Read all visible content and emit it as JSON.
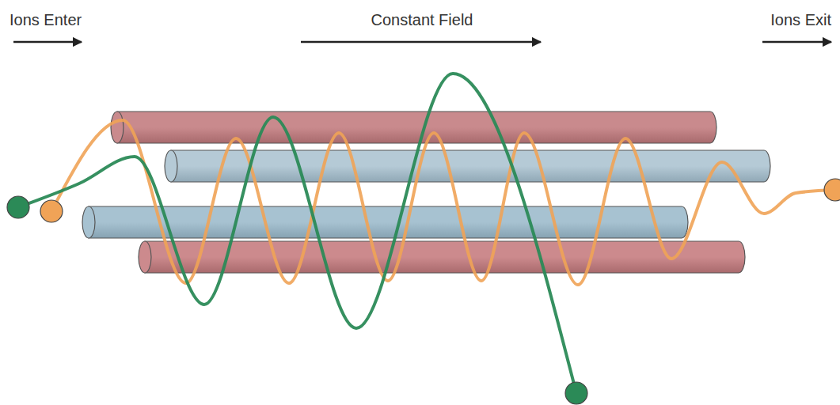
{
  "diagram": {
    "labels": [
      "Ions Enter",
      "Constant Field",
      "Ions Exit"
    ]
  }
}
